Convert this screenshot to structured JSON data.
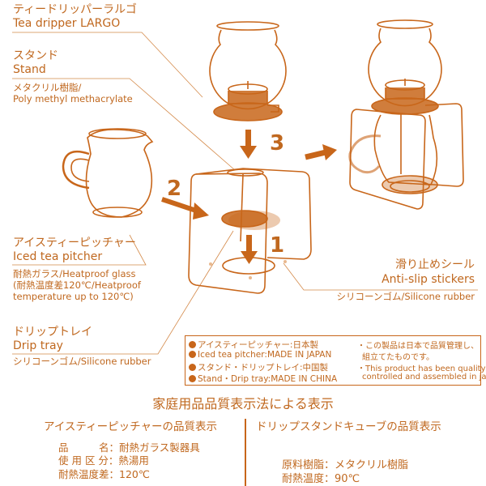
{
  "colors": {
    "accent": "#c8661a",
    "text": "#c0681f"
  },
  "labels": {
    "dripper_jp": "ティードリッパーラルゴ",
    "dripper_en": "Tea dripper LARGO",
    "stand_jp": "スタンド",
    "stand_en": "Stand",
    "stand_mat_jp": "メタクリル樹脂/",
    "stand_mat_en": "Poly methyl methacrylate",
    "pitcher_jp": "アイスティーピッチャー",
    "pitcher_en": "Iced tea pitcher",
    "pitcher_mat1": "耐熱ガラス/Heatproof glass",
    "pitcher_mat2": "(耐熱温度差120℃/Heatproof",
    "pitcher_mat3": "temperature up to 120℃)",
    "tray_jp": "ドリップトレイ",
    "tray_en": "Drip tray",
    "tray_mat": "シリコーンゴム/Silicone rubber",
    "antislip_jp": "滑り止めシール",
    "antislip_en": "Anti-slip stickers",
    "antislip_mat": "シリコーンゴム/Silicone rubber"
  },
  "steps": {
    "one": "1",
    "two": "2",
    "three": "3"
  },
  "origin_box": {
    "rows": [
      "アイスティーピッチャー:日本製",
      "Iced tea pitcher:MADE IN JAPAN",
      "スタンド・ドリップトレイ:中国製",
      "Stand・Drip tray:MADE IN CHINA"
    ],
    "notes": [
      "・この製品は日本で品質管理し、",
      "組立てたものです。",
      "・This product has been quality",
      "controlled and assembled in japan."
    ]
  },
  "quality": {
    "title": "家庭用品品質表示法による表示",
    "left": {
      "heading": "アイスティーピッチャーの品質表示",
      "items": [
        "品　　　名：耐熱ガラス製器具",
        "使 用 区 分：熱湯用",
        "耐熱温度差：120℃"
      ]
    },
    "right": {
      "heading": "ドリップスタンドキューブの品質表示",
      "items": [
        "原料樹脂：メタクリル樹脂",
        "耐熱温度：90℃"
      ]
    }
  }
}
